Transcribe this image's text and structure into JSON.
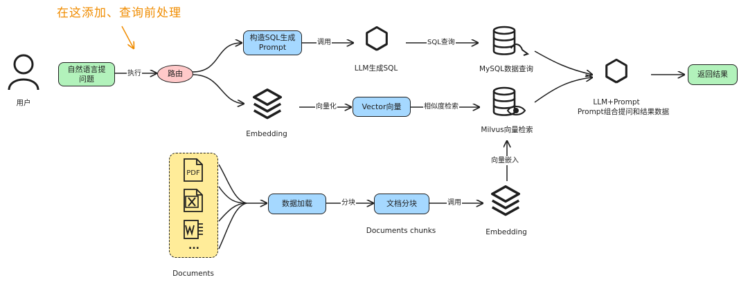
{
  "annotation": "在这添加、查询前处理",
  "nodes": {
    "user": "用户",
    "nl_question": "自然语言提问题",
    "router": "路由",
    "construct_sql": "构造SQL生成Prompt",
    "vector": "Vector向量",
    "return_result": "返回结果",
    "data_load": "数据加载",
    "doc_chunk": "文档分块"
  },
  "captions": {
    "llm_sql": "LLM生成SQL",
    "mysql_query": "MySQL数据查询",
    "embedding_top": "Embedding",
    "milvus_search": "Milvus向量检索",
    "llm_prompt_line1": "LLM+Prompt",
    "llm_prompt_line2": "Prompt组合提问和结果数据",
    "documents": "Documents",
    "documents_chunks": "Documents chunks",
    "embedding_bottom": "Embedding"
  },
  "edge_labels": {
    "execute": "执行",
    "invoke_top": "调用",
    "sql_query": "SQL查询",
    "vectorize": "向量化",
    "similarity_search": "相似度检索",
    "vector_embed": "向量嵌入",
    "chunking": "分块",
    "invoke_bottom": "调用"
  },
  "doc_icons": [
    "PDF",
    "",
    "",
    "..."
  ],
  "icons": {
    "user": "user-icon",
    "openai": "openai-icon",
    "database": "database-icon",
    "layers": "layers-icon",
    "file": "file-icon"
  },
  "colors": {
    "annotation": "#f08c00",
    "green_node": "#b2f2bb",
    "blue_node": "#a5d8ff",
    "router_node": "#ffc9c9",
    "documents_group": "#ffec99",
    "stroke": "#1e1e1e"
  }
}
